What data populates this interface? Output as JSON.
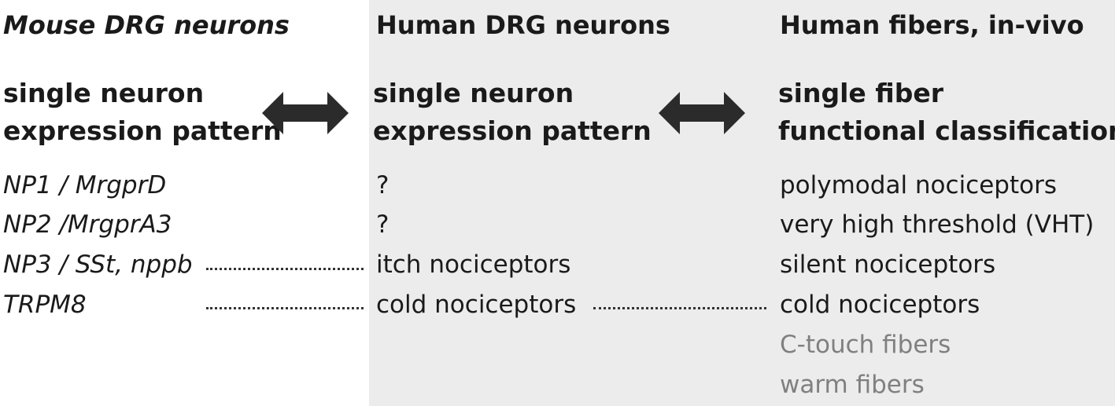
{
  "colors": {
    "shade": "#ececec",
    "text": "#1a1a1a",
    "muted": "#808080",
    "arrow": "#2b2b2b"
  },
  "columns": {
    "mouse": {
      "header": "Mouse DRG neurons",
      "subtitle_line1": "single neuron",
      "subtitle_line2": "expression pattern",
      "rows": [
        "NP1 / MrgprD",
        "NP2 /MrgprA3",
        "NP3 / SSt, nppb",
        "TRPM8"
      ]
    },
    "human_drg": {
      "header": "Human DRG neurons",
      "subtitle_line1": "single neuron",
      "subtitle_line2": "expression pattern",
      "rows": [
        "?",
        "?",
        "itch nociceptors",
        "cold nociceptors"
      ]
    },
    "human_fibers": {
      "header": "Human fibers, in-vivo",
      "subtitle_line1": "single fiber",
      "subtitle_line2": "functional classification",
      "rows": [
        "polymodal nociceptors",
        "very high threshold (VHT)",
        "silent nociceptors",
        "cold nociceptors"
      ],
      "extra_rows": [
        "C-touch fibers",
        "warm fibers"
      ]
    }
  },
  "connectors": {
    "arrows": [
      "double-arrow-icon",
      "double-arrow-icon"
    ],
    "dotted_links": [
      {
        "from": "NP3 / SSt, nppb",
        "to": "itch nociceptors"
      },
      {
        "from": "TRPM8",
        "to": "cold nociceptors"
      },
      {
        "from": "cold nociceptors",
        "to": "cold nociceptors"
      }
    ]
  }
}
